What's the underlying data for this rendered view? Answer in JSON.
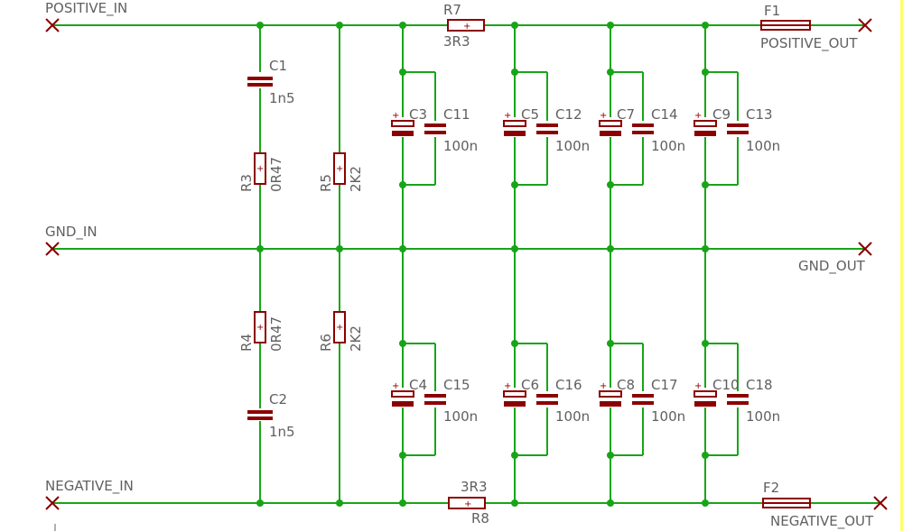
{
  "nets": {
    "positive_in": "POSITIVE_IN",
    "gnd_in": "GND_IN",
    "negative_in": "NEGATIVE_IN",
    "positive_out": "POSITIVE_OUT",
    "gnd_out": "GND_OUT",
    "negative_out": "NEGATIVE_OUT"
  },
  "components": {
    "C1": {
      "ref": "C1",
      "value": "1n5"
    },
    "C2": {
      "ref": "C2",
      "value": "1n5"
    },
    "R3": {
      "ref": "R3",
      "value": "0R47"
    },
    "R4": {
      "ref": "R4",
      "value": "0R47"
    },
    "R5": {
      "ref": "R5",
      "value": "2K2"
    },
    "R6": {
      "ref": "R6",
      "value": "2K2"
    },
    "R7": {
      "ref": "R7",
      "value": "3R3"
    },
    "R8": {
      "ref": "R8",
      "value": "3R3"
    },
    "F1": {
      "ref": "F1"
    },
    "F2": {
      "ref": "F2"
    },
    "C3": {
      "ref": "C3"
    },
    "C4": {
      "ref": "C4"
    },
    "C5": {
      "ref": "C5"
    },
    "C6": {
      "ref": "C6"
    },
    "C7": {
      "ref": "C7"
    },
    "C8": {
      "ref": "C8"
    },
    "C9": {
      "ref": "C9"
    },
    "C10": {
      "ref": "C10"
    },
    "C11": {
      "ref": "C11",
      "value": "100n"
    },
    "C12": {
      "ref": "C12",
      "value": "100n"
    },
    "C13": {
      "ref": "C13",
      "value": "100n"
    },
    "C14": {
      "ref": "C14",
      "value": "100n"
    },
    "C15": {
      "ref": "C15",
      "value": "100n"
    },
    "C16": {
      "ref": "C16",
      "value": "100n"
    },
    "C17": {
      "ref": "C17",
      "value": "100n"
    },
    "C18": {
      "ref": "C18",
      "value": "100n"
    }
  },
  "polarity_mark": "+",
  "colors": {
    "wire": "#17a517",
    "component": "#8b0000",
    "label": "#606060",
    "page_edge": "#ffff66"
  }
}
